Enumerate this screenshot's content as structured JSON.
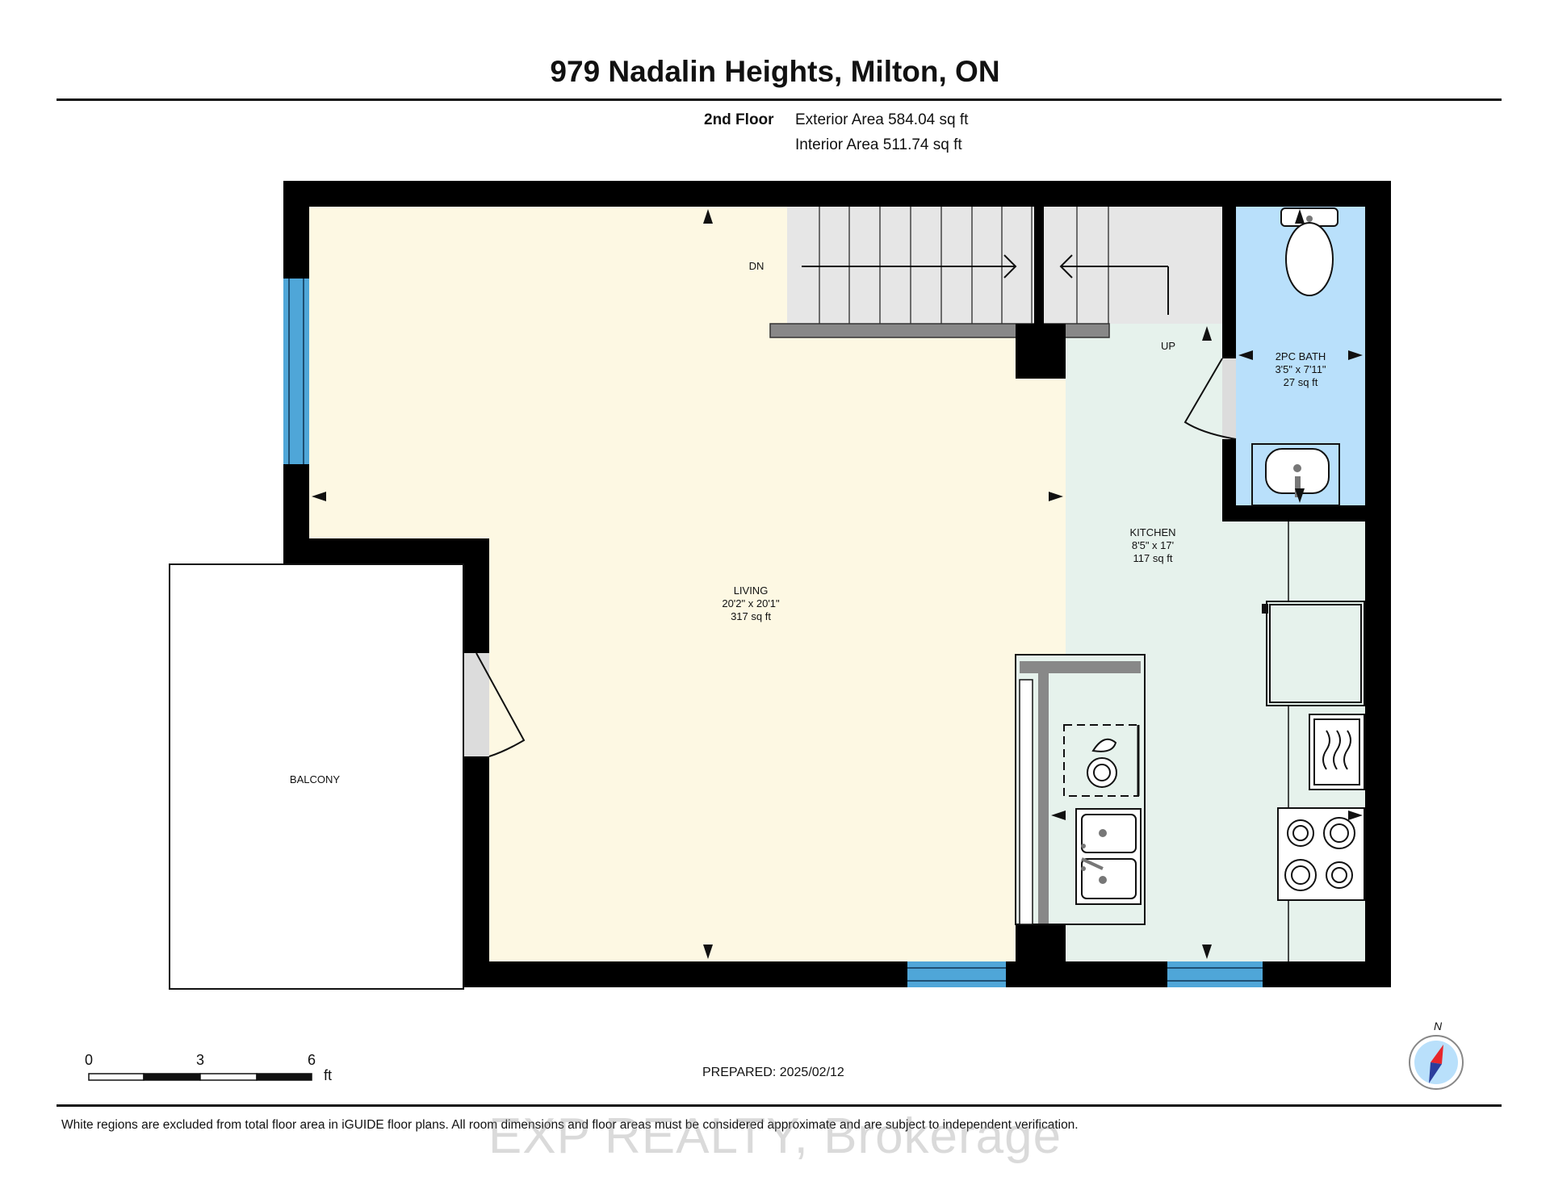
{
  "header": {
    "title": "979 Nadalin Heights, Milton, ON",
    "floor": "2nd Floor",
    "exterior_area": "Exterior Area 584.04 sq ft",
    "interior_area": "Interior Area 511.74 sq ft"
  },
  "rooms": {
    "living": {
      "name": "LIVING",
      "dims": "20'2\" x 20'1\"",
      "area": "317 sq ft"
    },
    "kitchen": {
      "name": "KITCHEN",
      "dims": "8'5\" x 17'",
      "area": "117 sq ft"
    },
    "bath": {
      "name": "2PC BATH",
      "dims": "3'5\" x 7'11\"",
      "area": "27 sq ft"
    },
    "balcony": {
      "name": "BALCONY"
    }
  },
  "stairs": {
    "down": "DN",
    "up": "UP"
  },
  "scale": {
    "labels": [
      "0",
      "3",
      "6"
    ],
    "unit": "ft"
  },
  "compass": {
    "north": "N"
  },
  "prepared": "PREPARED: 2025/02/12",
  "disclaimer": "White regions are excluded from total floor area in iGUIDE floor plans. All room dimensions and floor areas must be considered approximate and are subject to independent verification.",
  "watermark": "EXP REALTY, Brokerage",
  "colors": {
    "living": "#fdf8e3",
    "kitchen": "#e6f2ec",
    "bath": "#b9e0fb",
    "stairs": "#e6e6e6",
    "window": "#4fa6d8",
    "wall": "#000000"
  }
}
